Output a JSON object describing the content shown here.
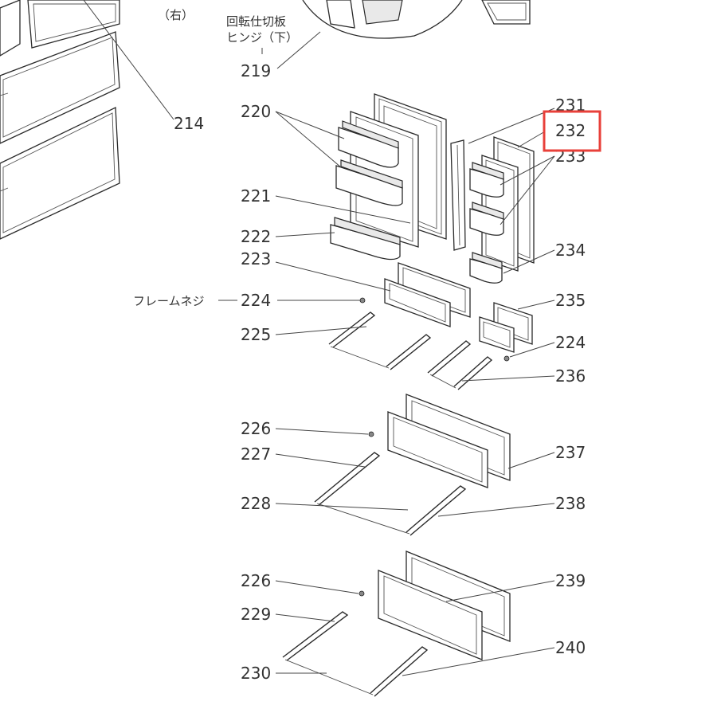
{
  "labels": {
    "l214": "214",
    "l219": "219",
    "l220": "220",
    "l221": "221",
    "l222": "222",
    "l223": "223",
    "l224a": "224",
    "l224b": "224",
    "l225": "225",
    "l226a": "226",
    "l226b": "226",
    "l227": "227",
    "l228": "228",
    "l229": "229",
    "l230": "230",
    "l231": "231",
    "l232": "232",
    "l233": "233",
    "l234": "234",
    "l235": "235",
    "l236": "236",
    "l237": "237",
    "l238": "238",
    "l239": "239",
    "l240": "240"
  },
  "jp": {
    "migi": "（右）",
    "kaiten1": "回転仕切板",
    "kaiten2": "ヒンジ（下）",
    "frame_screw": "フレームネジ",
    "frame_dash": "―"
  },
  "colors": {
    "highlight": "#e8403a",
    "line": "#2a2a2a",
    "text": "#333333"
  },
  "highlighted_part": "232"
}
